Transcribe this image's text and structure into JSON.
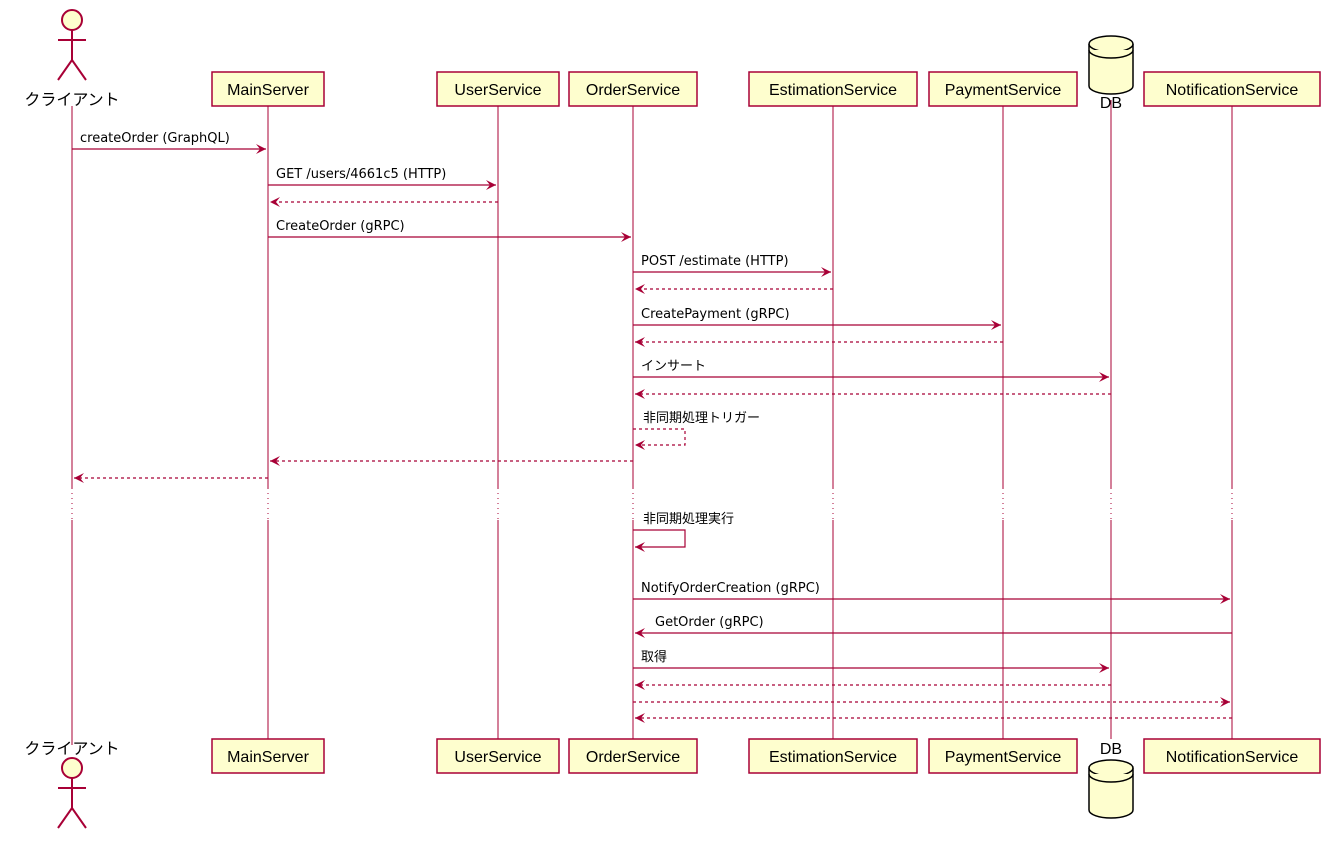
{
  "diagram": {
    "type": "sequence-diagram",
    "colors": {
      "line": "#A80036",
      "box_fill": "#FEFECE",
      "text": "#000000"
    },
    "participants": [
      {
        "id": "client",
        "label": "クライアント",
        "kind": "actor"
      },
      {
        "id": "main",
        "label": "MainServer",
        "kind": "participant"
      },
      {
        "id": "user",
        "label": "UserService",
        "kind": "participant"
      },
      {
        "id": "order",
        "label": "OrderService",
        "kind": "participant"
      },
      {
        "id": "estimation",
        "label": "EstimationService",
        "kind": "participant"
      },
      {
        "id": "payment",
        "label": "PaymentService",
        "kind": "participant"
      },
      {
        "id": "db",
        "label": "DB",
        "kind": "database"
      },
      {
        "id": "notification",
        "label": "NotificationService",
        "kind": "participant"
      }
    ],
    "messages": [
      {
        "from": "client",
        "to": "main",
        "label": "createOrder (GraphQL)",
        "style": "solid"
      },
      {
        "from": "main",
        "to": "user",
        "label": "GET /users/4661c5 (HTTP)",
        "style": "solid"
      },
      {
        "from": "user",
        "to": "main",
        "label": "",
        "style": "dashed"
      },
      {
        "from": "main",
        "to": "order",
        "label": "CreateOrder (gRPC)",
        "style": "solid"
      },
      {
        "from": "order",
        "to": "estimation",
        "label": "POST /estimate (HTTP)",
        "style": "solid"
      },
      {
        "from": "estimation",
        "to": "order",
        "label": "",
        "style": "dashed"
      },
      {
        "from": "order",
        "to": "payment",
        "label": "CreatePayment (gRPC)",
        "style": "solid"
      },
      {
        "from": "payment",
        "to": "order",
        "label": "",
        "style": "dashed"
      },
      {
        "from": "order",
        "to": "db",
        "label": "インサート",
        "style": "solid"
      },
      {
        "from": "db",
        "to": "order",
        "label": "",
        "style": "dashed"
      },
      {
        "from": "order",
        "to": "order",
        "label": "非同期処理トリガー",
        "style": "dashed"
      },
      {
        "from": "order",
        "to": "main",
        "label": "",
        "style": "dashed"
      },
      {
        "from": "main",
        "to": "client",
        "label": "",
        "style": "dashed"
      },
      {
        "divider": true
      },
      {
        "from": "order",
        "to": "order",
        "label": "非同期処理実行",
        "style": "solid"
      },
      {
        "from": "order",
        "to": "notification",
        "label": "NotifyOrderCreation (gRPC)",
        "style": "solid"
      },
      {
        "from": "notification",
        "to": "order",
        "label": "GetOrder (gRPC)",
        "style": "solid"
      },
      {
        "from": "order",
        "to": "db",
        "label": "取得",
        "style": "solid"
      },
      {
        "from": "db",
        "to": "order",
        "label": "",
        "style": "dashed"
      },
      {
        "from": "order",
        "to": "notification",
        "label": "",
        "style": "dashed"
      },
      {
        "from": "notification",
        "to": "order",
        "label": "",
        "style": "dashed"
      }
    ]
  }
}
